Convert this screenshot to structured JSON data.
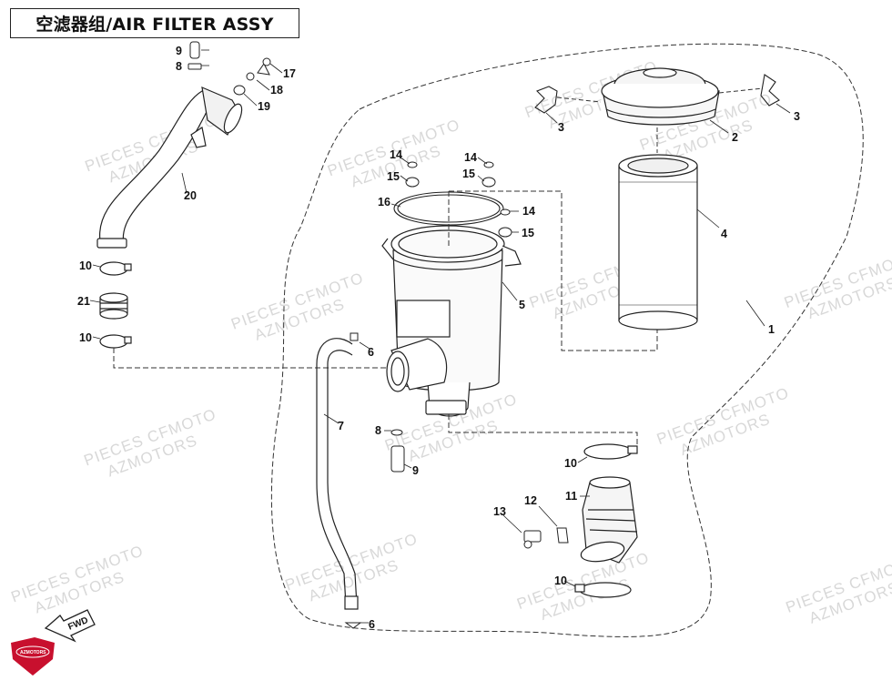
{
  "title": "空滤器组/AIR FILTER ASSY",
  "watermark": {
    "line1": "PIECES CFMOTO",
    "line2": "AZMOTORS"
  },
  "fwd_label": "FWD",
  "logo_text": "AZMOTORS",
  "callouts": {
    "c1": "1",
    "c2": "2",
    "c3a": "3",
    "c3b": "3",
    "c4": "4",
    "c5": "5",
    "c6a": "6",
    "c6b": "6",
    "c7": "7",
    "c8a": "8",
    "c8b": "8",
    "c9a": "9",
    "c9b": "9",
    "c10a": "10",
    "c10b": "10",
    "c10c": "10",
    "c10d": "10",
    "c11": "11",
    "c12": "12",
    "c13": "13",
    "c14a": "14",
    "c14b": "14",
    "c14c": "14",
    "c15a": "15",
    "c15b": "15",
    "c15c": "15",
    "c16": "16",
    "c17": "17",
    "c18": "18",
    "c19": "19",
    "c20": "20",
    "c21": "21"
  },
  "colors": {
    "line": "#222222",
    "watermark": "#d8d8d8",
    "logo": "#c8102e"
  }
}
